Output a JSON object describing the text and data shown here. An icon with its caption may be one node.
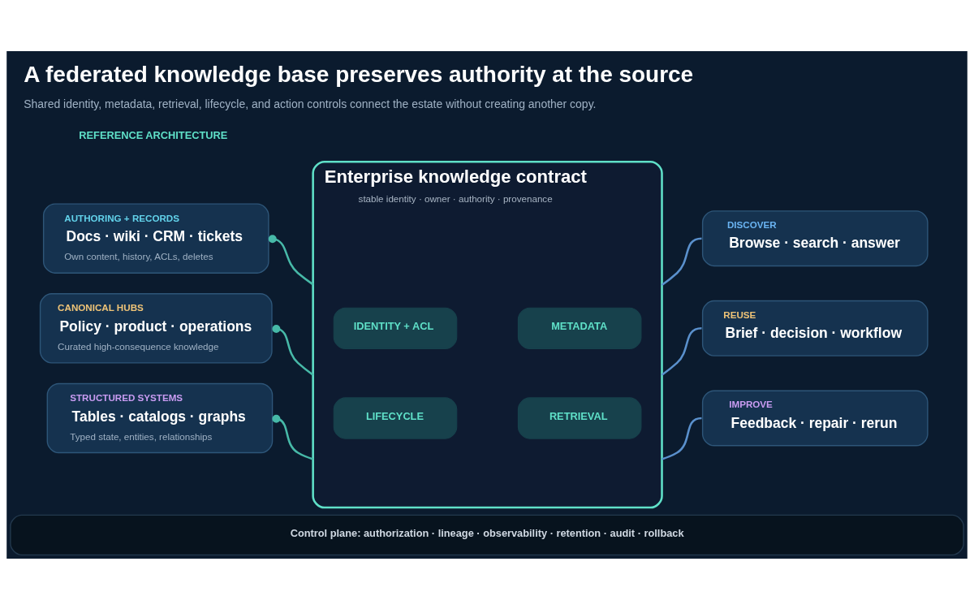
{
  "diagram": {
    "title": "A federated knowledge base preserves authority at the source",
    "caption": "Shared identity, metadata, retrieval, lifecycle, and action controls connect the estate without creating another copy.",
    "nodes": [
      {
        "text": [
          "AUTHORING + RECORDS",
          "Docs · wiki · CRM · tickets",
          "Own content, history, ACLs, deletes"
        ]
      },
      {
        "text": [
          "CANONICAL HUBS",
          "Policy · product · operations",
          "Curated high-consequence knowledge"
        ]
      },
      {
        "text": [
          "STRUCTURED SYSTEMS",
          "Tables · catalogs · graphs",
          "Typed state, entities, relationships"
        ]
      },
      {
        "text": [
          "Enterprise knowledge contract",
          "stable identity · owner · authority · provenance"
        ]
      },
      {
        "text": [
          "IDENTITY + ACL"
        ],
        "in": 3
      },
      {
        "text": [
          "METADATA"
        ],
        "in": 3
      },
      {
        "text": [
          "LIFECYCLE"
        ],
        "in": 3
      },
      {
        "text": [
          "RETRIEVAL"
        ],
        "in": 3
      },
      {
        "text": [
          "DISCOVER",
          "Browse · search · answer"
        ]
      },
      {
        "text": [
          "REUSE",
          "Brief · decision · workflow"
        ]
      },
      {
        "text": [
          "IMPROVE",
          "Feedback · repair · rerun"
        ]
      },
      {
        "text": [
          "Control plane: authorization · lineage · observability · retention · audit · rollback"
        ]
      }
    ],
    "edges": [
      {
        "from": 0,
        "to": 3,
        "arrow": "other",
        "color": "#47b9a8"
      },
      {
        "from": 1,
        "to": 3,
        "arrow": "other",
        "color": "#47b9a8"
      },
      {
        "from": 2,
        "to": 3,
        "arrow": "other",
        "color": "#47b9a8"
      },
      {
        "from": 3,
        "to": 8,
        "arrow": "none",
        "color": "#5a90cc"
      },
      {
        "from": 3,
        "to": 9,
        "arrow": "none",
        "color": "#5a90cc"
      },
      {
        "from": 3,
        "to": 10,
        "arrow": "none",
        "color": "#5a90cc"
      }
    ],
    "labels": [
      "REFERENCE ARCHITECTURE"
    ]
  }
}
